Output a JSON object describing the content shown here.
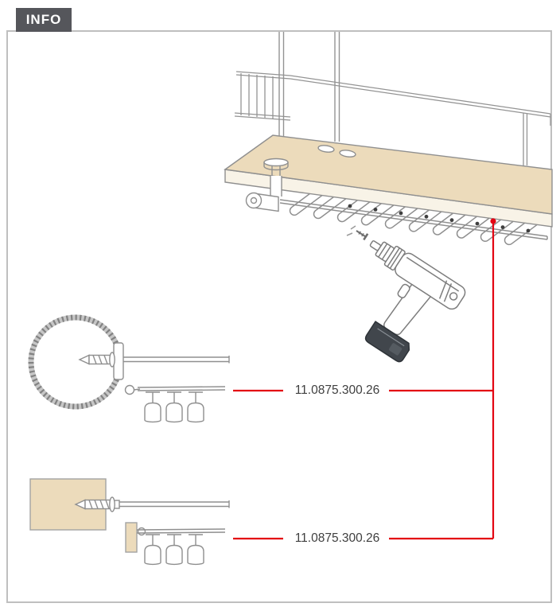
{
  "header": {
    "badge": "INFO"
  },
  "callouts": [
    {
      "part_number": "11.0875.300.26"
    },
    {
      "part_number": "11.0875.300.26"
    }
  ],
  "colors": {
    "accent_red": "#e30613",
    "badge_bg": "#55565b",
    "badge_text": "#ffffff",
    "wood": "#ecdbbb",
    "line_gray": "#8f8f8f",
    "frame_border": "#bfbfbf",
    "label_text": "#3f3f3f",
    "battery_dark": "#41464c"
  }
}
